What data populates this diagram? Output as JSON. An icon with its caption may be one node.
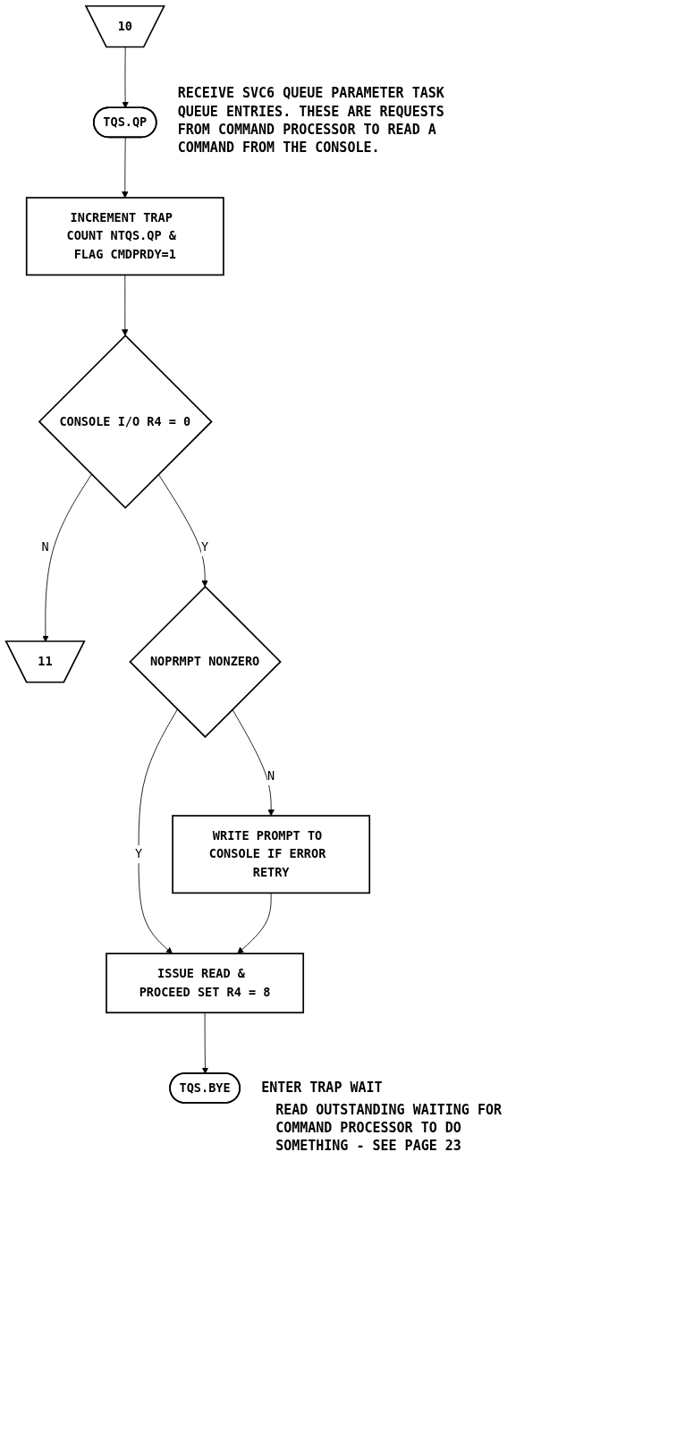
{
  "diagram": {
    "nodes": [
      {
        "text": [
          "10"
        ]
      },
      {
        "text": [
          "TQS.QP"
        ],
        "beside": [
          "RECEIVE SVC6 QUEUE PARAMETER TASK QUEUE ENTRIES. THESE ARE REQUESTS FROM COMMAND PROCESSOR TO READ A COMMAND FROM THE CONSOLE."
        ]
      },
      {
        "text": [
          "INCREMENT TRAP COUNT NTQS.QP & FLAG CMDPRDY=1"
        ]
      },
      {
        "text": [
          "CONSOLE I/O R4 = 0"
        ]
      },
      {
        "text": [
          "11"
        ]
      },
      {
        "text": [
          "NOPRMPT NONZERO"
        ]
      },
      {
        "text": [
          "WRITE PROMPT TO CONSOLE IF ERROR RETRY"
        ]
      },
      {
        "text": [
          "ISSUE READ & PROCEED SET R4 = 8"
        ]
      },
      {
        "text": [
          "TQS.BYE"
        ],
        "beside": [
          "ENTER TRAP WAIT",
          "READ OUTSTANDING WAITING FOR COMMAND PROCESSOR TO DO SOMETHING - SEE PAGE 23"
        ]
      }
    ],
    "edges": [
      {
        "from": 0,
        "to": 1,
        "arrow": "to"
      },
      {
        "from": 1,
        "to": 2,
        "arrow": "to"
      },
      {
        "from": 2,
        "to": 3,
        "arrow": "to"
      },
      {
        "from": 3,
        "to": 4,
        "label": "N",
        "arrow": "to"
      },
      {
        "from": 3,
        "to": 5,
        "label": "Y",
        "arrow": "to"
      },
      {
        "from": 5,
        "to": 6,
        "label": "N",
        "arrow": "to"
      },
      {
        "from": 5,
        "to": 7,
        "label": "Y",
        "arrow": "to"
      },
      {
        "from": 6,
        "to": 7,
        "arrow": "to"
      },
      {
        "from": 7,
        "to": 8,
        "arrow": "to"
      }
    ]
  }
}
